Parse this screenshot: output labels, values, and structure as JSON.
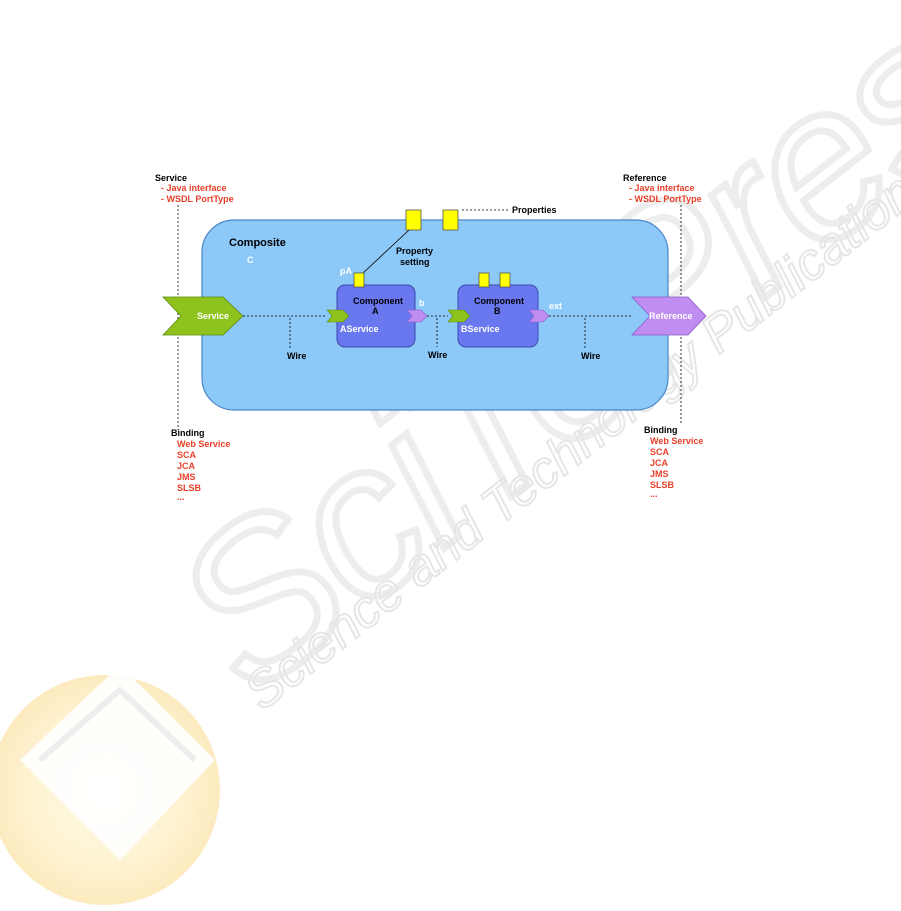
{
  "colors": {
    "composite_fill": "#8cc8f8",
    "composite_stroke": "#4a86c8",
    "component_fill": "#6a78f0",
    "service_green": "#8ec21c",
    "reference_purple": "#c08ef0",
    "property_yellow": "#ffff00",
    "list_red": "#e8402a"
  },
  "service_block": {
    "heading": "Service",
    "items": [
      "- Java interface",
      "- WSDL PortType"
    ]
  },
  "reference_block": {
    "heading": "Reference",
    "items": [
      "- Java interface",
      "- WSDL PortType"
    ]
  },
  "properties_label": "Properties",
  "composite": {
    "title": "Composite",
    "name": "C"
  },
  "property_setting": {
    "line1": "Property",
    "line2": "setting"
  },
  "component_a": {
    "title": "Component",
    "name": "A",
    "property_label": "pA",
    "service_label": "AService",
    "reference_label": "b"
  },
  "component_b": {
    "title": "Component",
    "name": "B",
    "service_label": "BService",
    "reference_label": "ext"
  },
  "service_chevron_label": "Service",
  "reference_chevron_label": "Reference",
  "wires": [
    "Wire",
    "Wire",
    "Wire"
  ],
  "binding_left": {
    "heading": "Binding",
    "items": [
      "Web Service",
      "SCA",
      "JCA",
      "JMS",
      "SLSB",
      "..."
    ]
  },
  "binding_right": {
    "heading": "Binding",
    "items": [
      "Web Service",
      "SCA",
      "JCA",
      "JMS",
      "SLSB",
      "..."
    ]
  },
  "watermark": {
    "logo_text": "SciTePress",
    "tagline": "Science and Technology Publications"
  }
}
